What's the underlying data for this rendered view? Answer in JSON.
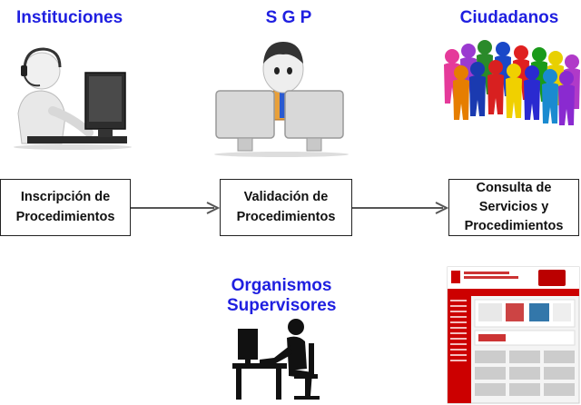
{
  "actors": {
    "instituciones": "Instituciones",
    "sgp": "S G P",
    "ciudadanos": "Ciudadanos",
    "organismos": "Organismos\nSupervisores"
  },
  "process": {
    "step1": "Inscripción de\nProcedimientos",
    "step2": "Validación de\nProcedimientos",
    "step3": "Consulta de\nServicios y\nProcedimientos"
  },
  "colors": {
    "title": "#1f1fe0",
    "arrow": "#555555"
  },
  "icons": {
    "instituciones": "person-headset-computer-icon",
    "sgp": "person-two-monitors-icon",
    "ciudadanos": "crowd-icon",
    "organismos": "person-at-desk-icon",
    "portal": "web-portal-screenshot"
  }
}
